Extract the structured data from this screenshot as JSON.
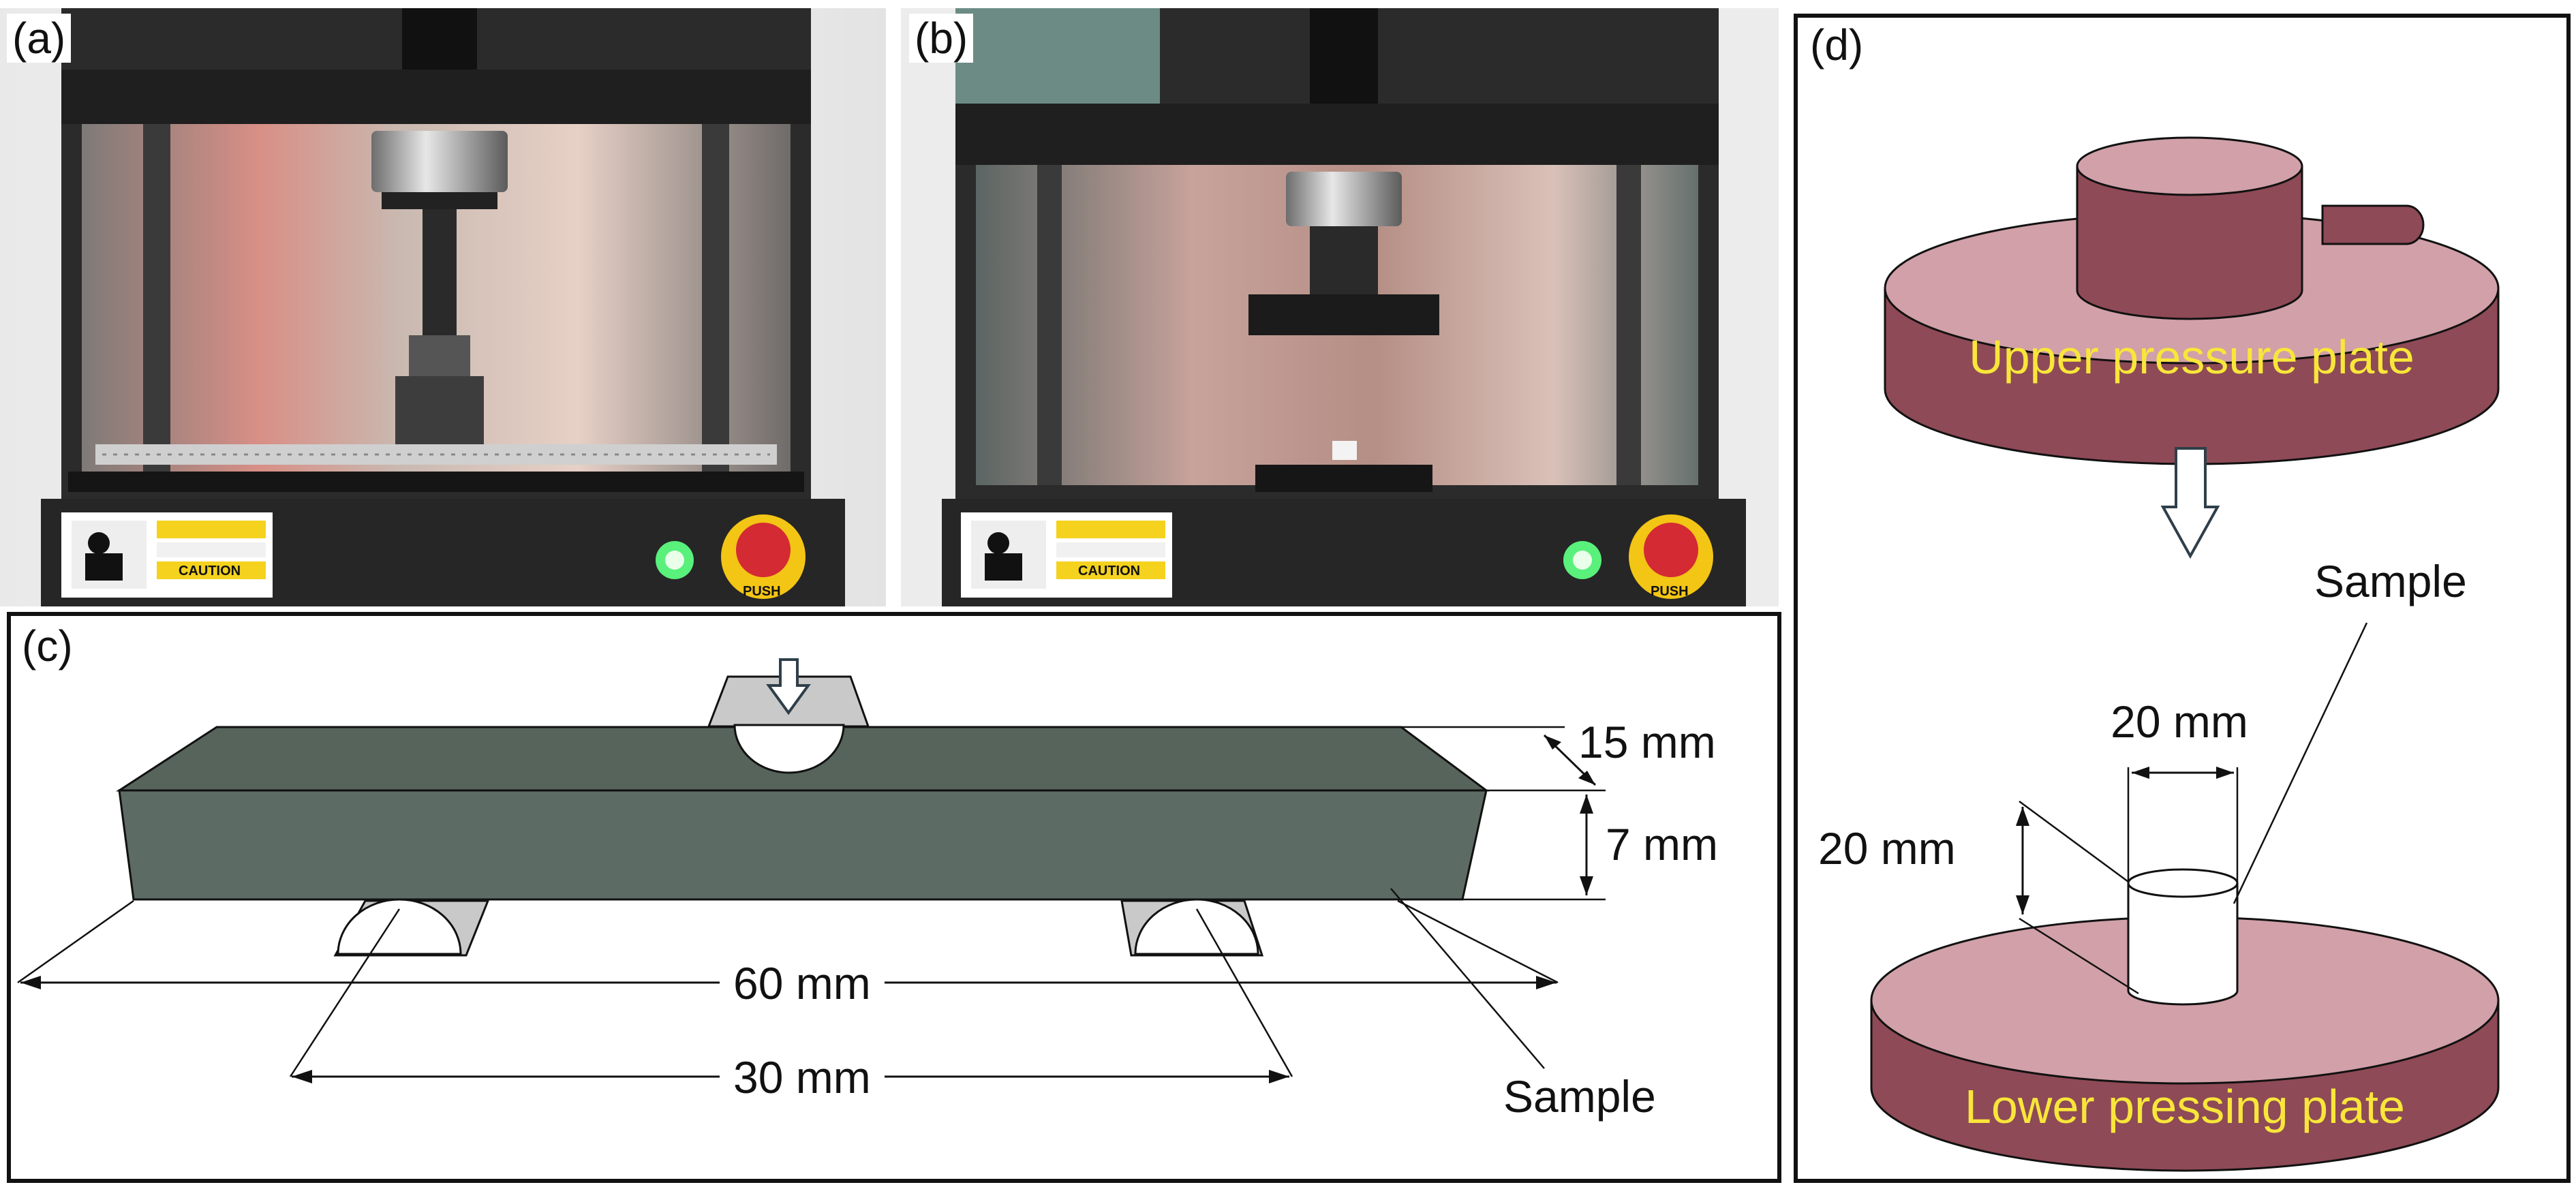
{
  "panels": {
    "a": {
      "label": "(a)",
      "caution_text": "CAUTION",
      "push_text": "PUSH"
    },
    "b": {
      "label": "(b)",
      "caution_text": "CAUTION",
      "push_text": "PUSH"
    },
    "c": {
      "label": "(c)",
      "dim_width": "15 mm",
      "dim_height": "7 mm",
      "dim_length": "60 mm",
      "dim_span": "30 mm",
      "sample_label": "Sample"
    },
    "d": {
      "label": "(d)",
      "upper_plate_label": "Upper pressure plate",
      "lower_plate_label": "Lower pressing plate",
      "sample_label": "Sample",
      "dim_diameter": "20 mm",
      "dim_height": "20 mm"
    }
  },
  "colors": {
    "beam_fill": "#5c6b63",
    "beam_top": "#56645c",
    "plate_fill": "#8e4a56",
    "plate_top": "#d1a0a8",
    "plate_text": "#f8e63a",
    "arrow_stroke": "#2f3f4a"
  }
}
